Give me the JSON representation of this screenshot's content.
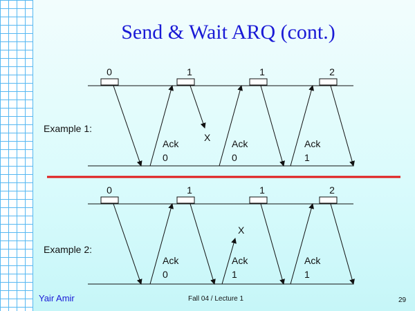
{
  "slide": {
    "title": "Send & Wait ARQ (cont.)",
    "author": "Yair Amir",
    "course": "Fall 04 / Lecture 1",
    "page_number": "29"
  },
  "colors": {
    "title": "#1a1ad6",
    "divider": "#e01b1b",
    "grid": "#56b8f2",
    "line": "#111111"
  },
  "examples": [
    {
      "label": "Example 1:",
      "frames": [
        "0",
        "1",
        "1",
        "2"
      ],
      "acks": [
        {
          "word": "Ack",
          "num": "0"
        },
        {
          "word": "Ack",
          "num": "0"
        },
        {
          "word": "Ack",
          "num": "1"
        }
      ],
      "loss_mark": "X"
    },
    {
      "label": "Example 2:",
      "frames": [
        "0",
        "1",
        "1",
        "2"
      ],
      "acks": [
        {
          "word": "Ack",
          "num": "0"
        },
        {
          "word": "Ack",
          "num": "1"
        },
        {
          "word": "Ack",
          "num": "1"
        }
      ],
      "loss_mark": "X"
    }
  ]
}
